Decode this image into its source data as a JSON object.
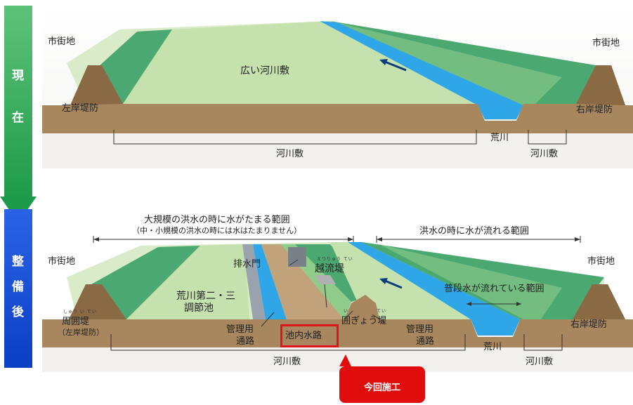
{
  "sidebar": {
    "top_label_1": "現",
    "top_label_2": "在",
    "bottom_label_1": "整",
    "bottom_label_2": "備",
    "bottom_label_3": "後"
  },
  "colors": {
    "arrow_green_dark": "#1d9a4a",
    "arrow_green_light": "#5ec27a",
    "arrow_blue_dark": "#0b3fc4",
    "arrow_blue_light": "#2a63e6",
    "water_blue": "#2fa6e8",
    "earth_brown": "#a8865e",
    "field_green": "#b9dca3",
    "slope_green": "#4aa870",
    "badge_red": "#e10d0d"
  },
  "current": {
    "city_left": "市街地",
    "city_right": "市街地",
    "wide_floodplain": "広い河川敷",
    "left_levee": "左岸堤防",
    "right_levee": "右岸堤防",
    "river": "荒川",
    "floodplain_main": "河川敷",
    "floodplain_right": "河川敷"
  },
  "after": {
    "storage_range_title": "大規模の洪水の時に水がたまる範囲",
    "storage_range_note": "（中・小規模の洪水の時には水はたまりません）",
    "flow_range_title": "洪水の時に水が流れる範囲",
    "city_left": "市街地",
    "city_right": "市街地",
    "drainage_gate": "排水門",
    "overflow_levee_ruby": "えつりゅう てい",
    "overflow_levee": "越流堤",
    "regulating_pond_line1": "荒川第二・三",
    "regulating_pond_line2": "調節池",
    "normal_water_range": "普段水が流れている範囲",
    "surround_levee_ruby": "しゅう い てい",
    "surround_levee": "周囲堤",
    "surround_levee_note": "（左岸堤防）",
    "mgmt_road_left_line1": "管理用",
    "mgmt_road_left_line2": "通路",
    "inner_channel": "池内水路",
    "encl_levee_ruby_1": "い",
    "encl_levee_ruby_2": "てい",
    "encl_levee": "囲ぎょう堤",
    "mgmt_road_right_line1": "管理用",
    "mgmt_road_right_line2": "通路",
    "river": "荒川",
    "right_levee": "右岸堤防",
    "floodplain_main": "河川敷",
    "floodplain_right": "河川敷"
  },
  "badge": {
    "label": "今回施工"
  }
}
